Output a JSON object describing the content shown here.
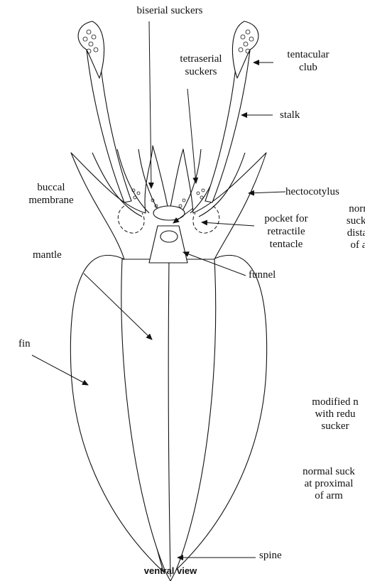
{
  "labels": {
    "biserial_suckers": "biserial suckers",
    "tetraserial_suckers": [
      "tetraserial",
      "suckers"
    ],
    "tentacular_club": [
      "tentacular",
      "club"
    ],
    "stalk": "stalk",
    "hectocotylus": "hectocotylus",
    "buccal_membrane": [
      "buccal",
      "membrane"
    ],
    "pocket": [
      "pocket for",
      "retractile",
      "tentacle"
    ],
    "funnel": "funnel",
    "mantle": "mantle",
    "fin": "fin",
    "spine": "spine",
    "view": "ventral view"
  },
  "cut_labels": {
    "normal_distal": [
      "norn",
      "sucke",
      "distal",
      "of a"
    ],
    "modified": [
      "modified n",
      "with redu",
      "sucker"
    ],
    "normal_proximal": [
      "normal suck",
      "at proximal",
      "of arm"
    ]
  },
  "colors": {
    "ink": "#111111",
    "fill": "#ffffff"
  }
}
